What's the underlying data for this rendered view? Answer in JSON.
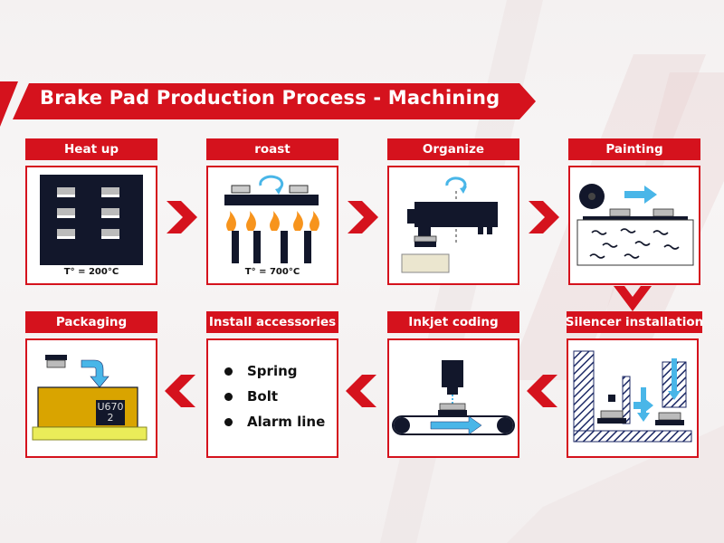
{
  "title": "Brake Pad Production Process  -  Machining",
  "colors": {
    "accent": "#d5121d",
    "box_dark": "#12172b",
    "flow_arrow": "#49b6e8",
    "tray_yellow": "#d9a400"
  },
  "steps": [
    {
      "label": "Heat up",
      "temperature": "T° = 200°C"
    },
    {
      "label": "roast",
      "temperature": "T° = 700°C"
    },
    {
      "label": "Organize"
    },
    {
      "label": "Painting"
    },
    {
      "label": "Silencer installation"
    },
    {
      "label": "Inkjet coding"
    },
    {
      "label": "Install accessories",
      "items": [
        "Spring",
        "Bolt",
        "Alarm line"
      ]
    },
    {
      "label": "Packaging",
      "code_line1": "U670",
      "code_line2": "2"
    }
  ],
  "arrow_icons": [
    "chevron-right-icon",
    "chevron-down-icon",
    "chevron-left-icon"
  ]
}
